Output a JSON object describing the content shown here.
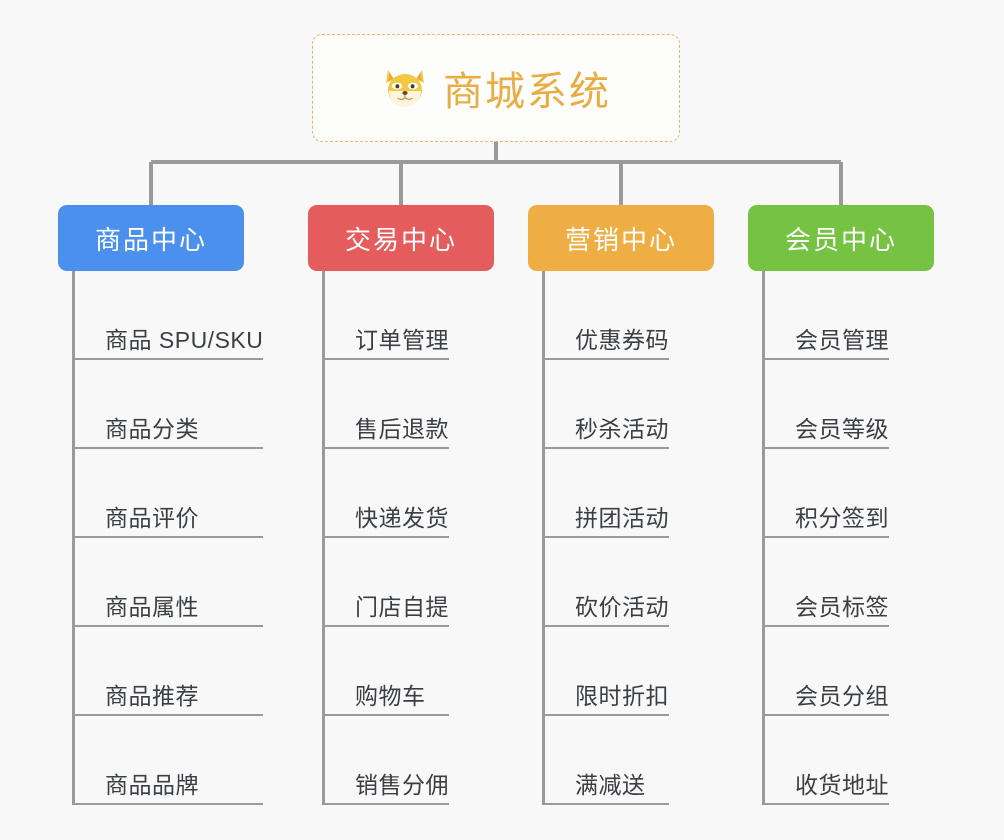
{
  "background_color": "#f8f8f8",
  "root": {
    "icon": "shiba-dog-face-emoji",
    "title": "商城系统",
    "title_color": "#e8ad44",
    "border_color": "#e8b95c"
  },
  "branches": [
    {
      "id": "product-center",
      "label": "商品中心",
      "color": "#4a90ec",
      "items": [
        "商品 SPU/SKU",
        "商品分类",
        "商品评价",
        "商品属性",
        "商品推荐",
        "商品品牌"
      ]
    },
    {
      "id": "trade-center",
      "label": "交易中心",
      "color": "#e45c5c",
      "items": [
        "订单管理",
        "售后退款",
        "快递发货",
        "门店自提",
        "购物车",
        "销售分佣"
      ]
    },
    {
      "id": "marketing-center",
      "label": "营销中心",
      "color": "#eeae44",
      "items": [
        "优惠券码",
        "秒杀活动",
        "拼团活动",
        "砍价活动",
        "限时折扣",
        "满减送"
      ]
    },
    {
      "id": "member-center",
      "label": "会员中心",
      "color": "#76c344",
      "items": [
        "会员管理",
        "会员等级",
        "积分签到",
        "会员标签",
        "会员分组",
        "收货地址"
      ]
    }
  ]
}
